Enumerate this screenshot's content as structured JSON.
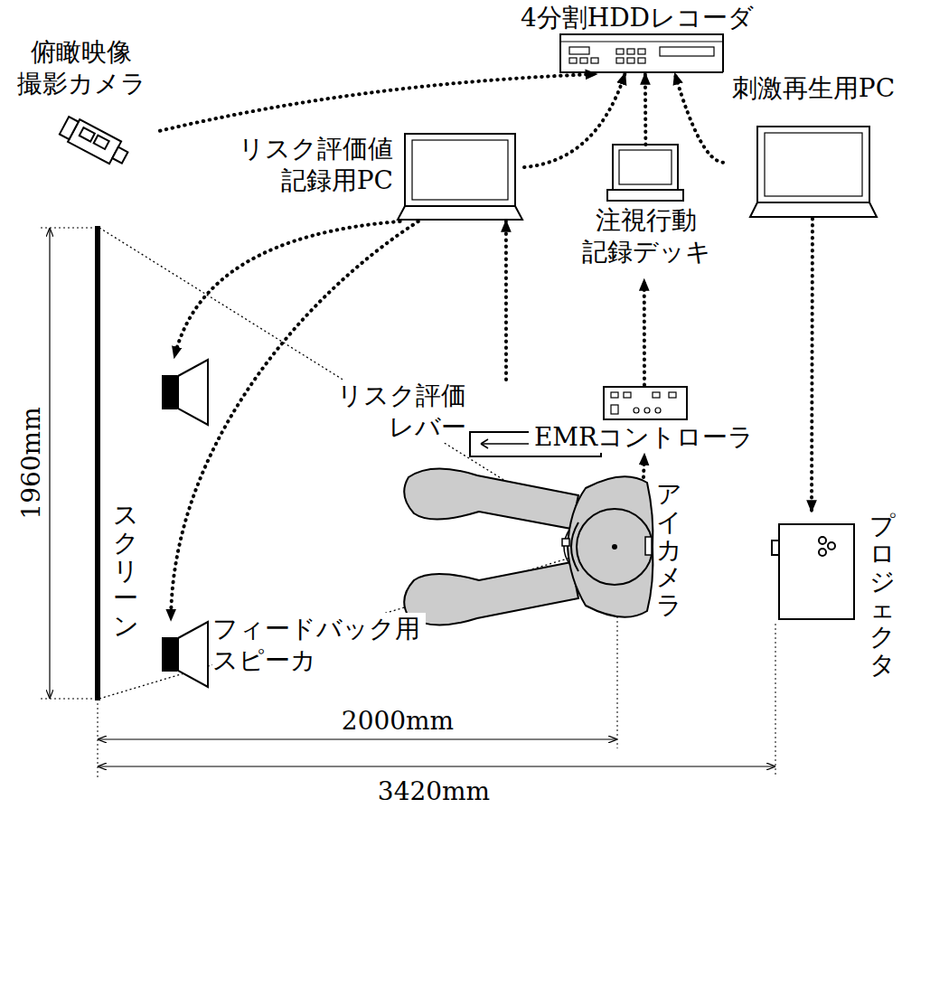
{
  "diagram": {
    "nodes": [
      {
        "text": [
          "俯瞰映像 撮影カメラ"
        ]
      },
      {
        "text": [
          "4分割HDDレコーダ"
        ]
      },
      {
        "text": [
          "リスク評価値 記録用PC"
        ]
      },
      {
        "text": [
          "注視行動 記録デッキ"
        ]
      },
      {
        "text": [
          "刺激再生用PC"
        ]
      },
      {
        "text": [
          "フィードバック用 スピーカ"
        ]
      },
      {
        "text": [
          "リスク評価 レバー"
        ]
      },
      {
        "text": [
          "EMRコントローラ"
        ]
      },
      {
        "text": [
          "アイカメラ"
        ]
      },
      {
        "text": [
          "プロジェクタ"
        ]
      }
    ],
    "edges": [
      {
        "from": 0,
        "to": 1,
        "arrow": "to"
      },
      {
        "from": 2,
        "to": 1,
        "arrow": "to"
      },
      {
        "from": 3,
        "to": 1,
        "arrow": "to"
      },
      {
        "from": 4,
        "to": 1,
        "arrow": "to"
      },
      {
        "from": 2,
        "to": 5,
        "arrow": "to"
      },
      {
        "from": 2,
        "to": 5,
        "arrow": "to"
      },
      {
        "from": 6,
        "to": 2,
        "arrow": "to"
      },
      {
        "from": 7,
        "to": 3,
        "arrow": "to"
      },
      {
        "from": 8,
        "to": 7,
        "arrow": "to"
      },
      {
        "from": 4,
        "to": 9,
        "arrow": "to"
      }
    ],
    "labels": [
      "スクリーン",
      "1960mm",
      "2000mm",
      "3420mm"
    ]
  }
}
